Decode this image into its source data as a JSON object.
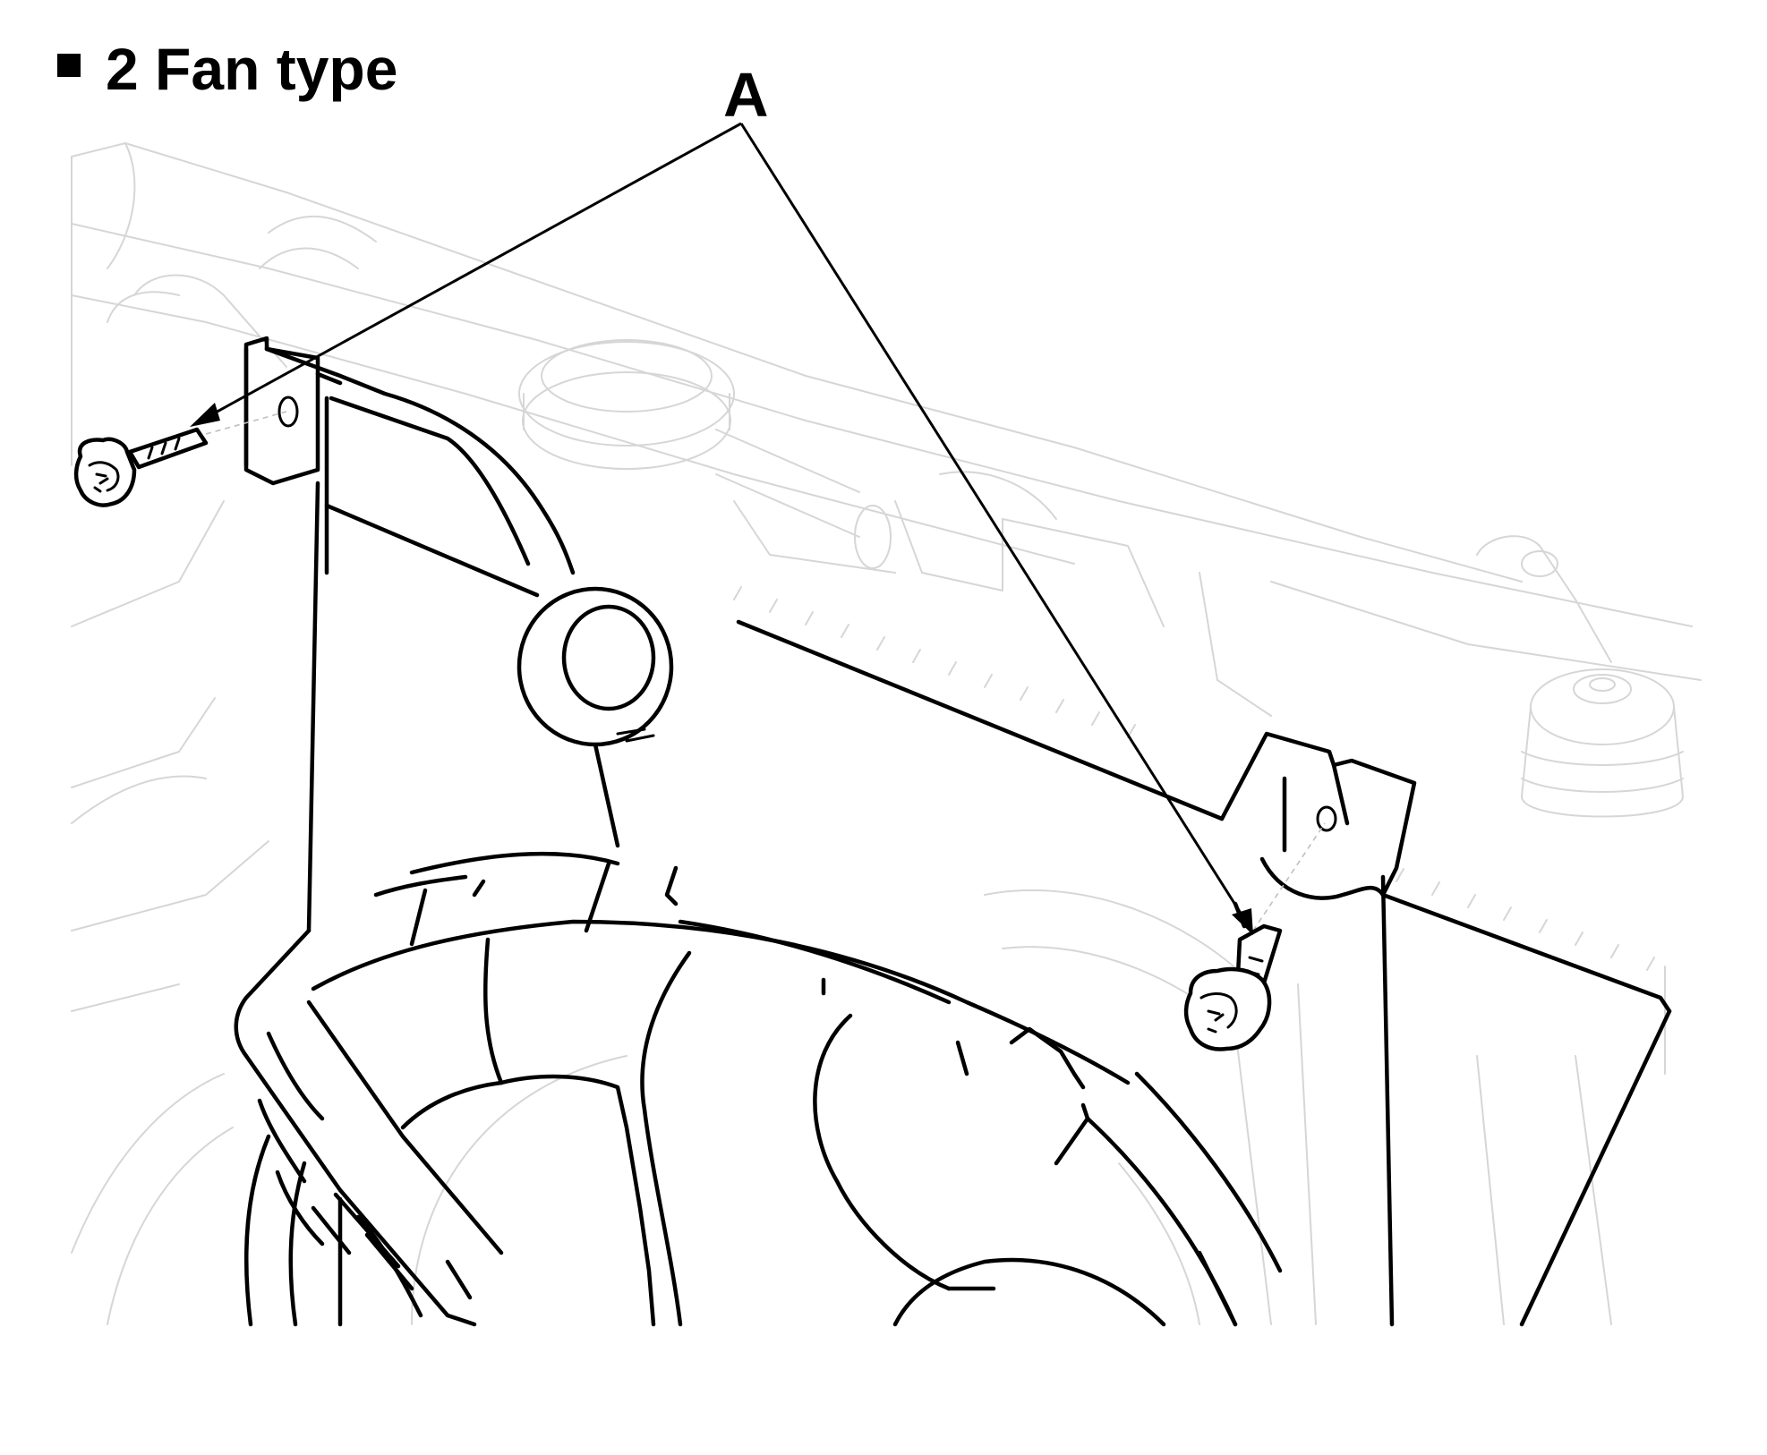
{
  "title": {
    "bullet_icon": "square-bullet-icon",
    "text": "2 Fan type"
  },
  "callouts": [
    {
      "label": "A",
      "targets": [
        "left-bolt",
        "right-bolt"
      ]
    }
  ],
  "parts": {
    "bolts": [
      "bolt-left",
      "bolt-right"
    ],
    "assembly": "cooling-fan-shroud"
  },
  "colors": {
    "line": "#000000",
    "background_line": "#d6d6d6",
    "background": "#ffffff"
  }
}
